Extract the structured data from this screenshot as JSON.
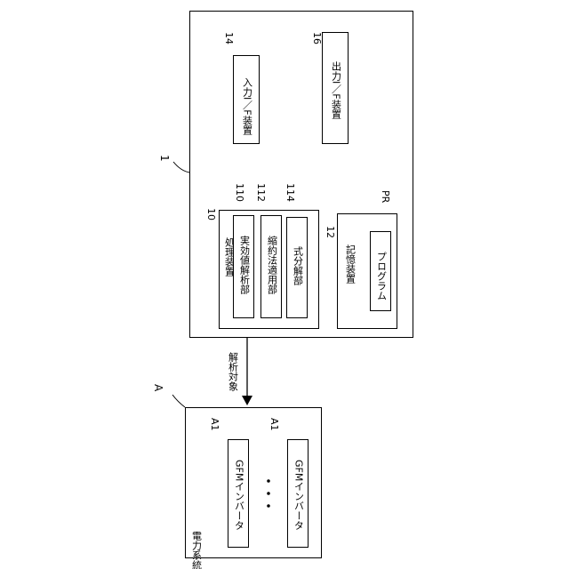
{
  "device": {
    "ref": "1",
    "input_if": {
      "label": "入力I／F装置",
      "ref": "14"
    },
    "output_if": {
      "label": "出力I／F装置",
      "ref": "16"
    },
    "processing": {
      "label": "処理装置",
      "ref": "10",
      "units": [
        {
          "label": "実効値解析部",
          "ref": "110"
        },
        {
          "label": "縮約法適用部",
          "ref": "112"
        },
        {
          "label": "式分解部",
          "ref": "114"
        }
      ]
    },
    "storage": {
      "label": "記憶装置",
      "ref": "12",
      "program": {
        "label": "プログラム",
        "ref": "PR"
      }
    }
  },
  "arrow_label": "解析対象",
  "power_system": {
    "label": "電力系統",
    "ref": "A",
    "inverters": [
      {
        "label": "GFMインバータ",
        "ref": "A1"
      },
      {
        "label": "GFMインバータ",
        "ref": "A1"
      }
    ],
    "ellipsis": "・・・"
  }
}
